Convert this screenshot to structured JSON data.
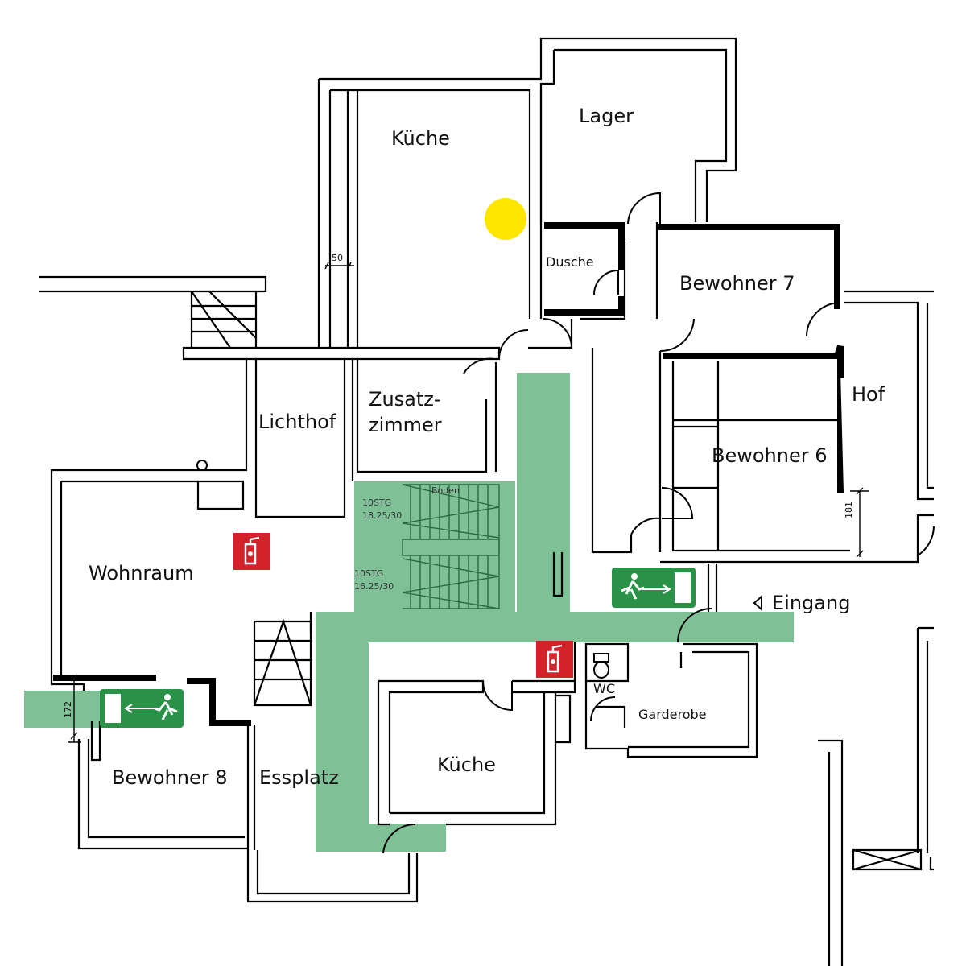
{
  "rooms": {
    "kueche_top": "Küche",
    "lager": "Lager",
    "dusche": "Dusche",
    "bewohner7": "Bewohner 7",
    "hof": "Hof",
    "zusatz_1": "Zusatz-",
    "zusatz_2": "zimmer",
    "lichthof": "Lichthof",
    "bewohner6": "Bewohner 6",
    "wohnraum": "Wohnraum",
    "eingang": "Eingang",
    "wc": "WC",
    "garderobe": "Garderobe",
    "kueche_bottom": "Küche",
    "bewohner8": "Bewohner 8",
    "essplatz": "Essplatz"
  },
  "stairs": {
    "upper_1": "10STG",
    "upper_2": "18.25/30",
    "lower_1": "10STG",
    "lower_2": "16.25/30",
    "boden": "Boden"
  },
  "dimensions": {
    "wall_50": "50",
    "d181": "181",
    "d172": "172"
  },
  "colors": {
    "escape_route": "#7fc196",
    "exit_sign": "#2a9247",
    "extinguisher_sign": "#d2232a",
    "marker": "#ffe600",
    "wall": "#000000"
  },
  "icons": [
    "exit-sign-icon",
    "fire-extinguisher-icon",
    "location-marker-icon",
    "entrance-arrow-icon"
  ]
}
